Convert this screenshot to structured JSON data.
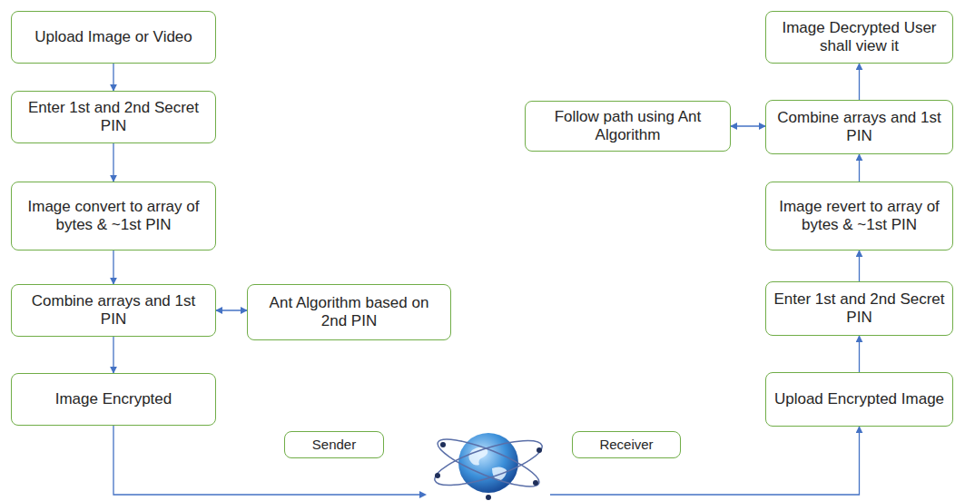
{
  "diagram": {
    "nodes": [
      {
        "text": [
          "Upload Image or Video"
        ]
      },
      {
        "text": [
          "Enter 1st and 2nd Secret PIN"
        ]
      },
      {
        "text": [
          "Image convert to array of bytes & ~1st PIN"
        ]
      },
      {
        "text": [
          "Combine arrays and 1st PIN"
        ]
      },
      {
        "text": [
          "Ant Algorithm based on 2nd PIN"
        ]
      },
      {
        "text": [
          "Image Encrypted"
        ]
      },
      {
        "text": [
          "Image Decrypted User shall view it"
        ]
      },
      {
        "text": [
          "Follow path using Ant Algorithm"
        ]
      },
      {
        "text": [
          "Combine arrays and 1st PIN"
        ]
      },
      {
        "text": [
          "Image revert to array of bytes & ~1st PIN"
        ]
      },
      {
        "text": [
          "Enter 1st and 2nd Secret PIN"
        ]
      },
      {
        "text": [
          "Upload Encrypted Image"
        ]
      },
      {
        "text": [
          "Sender"
        ]
      },
      {
        "text": [
          "Receiver"
        ]
      }
    ],
    "edges": [
      {
        "from": 0,
        "to": 1,
        "arrow": "to"
      },
      {
        "from": 1,
        "to": 2,
        "arrow": "to"
      },
      {
        "from": 2,
        "to": 3,
        "arrow": "to"
      },
      {
        "from": 3,
        "to": 4,
        "arrow": "both"
      },
      {
        "from": 3,
        "to": 5,
        "arrow": "to"
      },
      {
        "from": 5,
        "to": 11,
        "arrow": "to"
      },
      {
        "from": 11,
        "to": 10,
        "arrow": "to"
      },
      {
        "from": 10,
        "to": 9,
        "arrow": "to"
      },
      {
        "from": 9,
        "to": 8,
        "arrow": "to"
      },
      {
        "from": 8,
        "to": 6,
        "arrow": "to"
      },
      {
        "from": 7,
        "to": 8,
        "arrow": "both"
      }
    ]
  }
}
